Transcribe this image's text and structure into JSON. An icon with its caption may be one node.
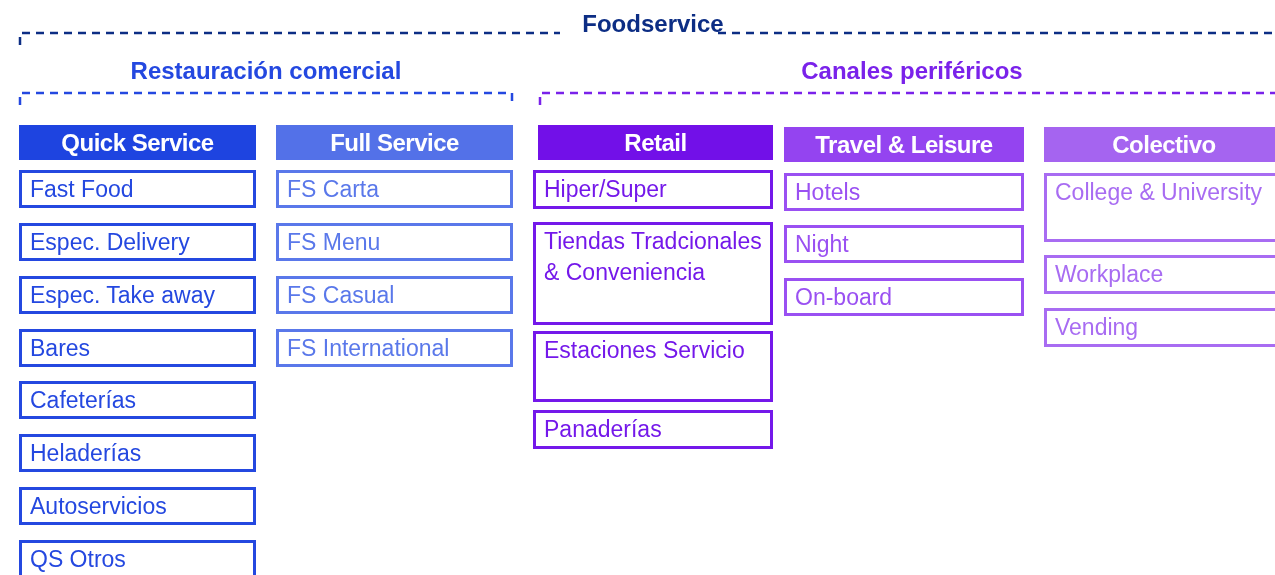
{
  "diagram": {
    "title": "Foodservice",
    "nodes": [
      {
        "text": [
          "Quick Service"
        ]
      },
      {
        "text": [
          "Fast Food"
        ]
      },
      {
        "text": [
          "Espec. Delivery"
        ]
      },
      {
        "text": [
          "Espec. Take away"
        ]
      },
      {
        "text": [
          "Bares"
        ]
      },
      {
        "text": [
          "Cafeterías"
        ]
      },
      {
        "text": [
          "Heladerías"
        ]
      },
      {
        "text": [
          "Autoservicios"
        ]
      },
      {
        "text": [
          "QS Otros"
        ]
      },
      {
        "text": [
          "Full Service"
        ]
      },
      {
        "text": [
          "FS Carta"
        ]
      },
      {
        "text": [
          "FS Menu"
        ]
      },
      {
        "text": [
          "FS Casual"
        ]
      },
      {
        "text": [
          "FS International"
        ]
      },
      {
        "text": [
          "Retail"
        ]
      },
      {
        "text": [
          "Hiper/Super"
        ]
      },
      {
        "text": [
          "Tiendas Tradcionales & Conveniencia"
        ]
      },
      {
        "text": [
          "Estaciones Servicio"
        ]
      },
      {
        "text": [
          "Panaderías"
        ]
      },
      {
        "text": [
          "Travel & Leisure"
        ]
      },
      {
        "text": [
          "Hotels"
        ]
      },
      {
        "text": [
          "Night"
        ]
      },
      {
        "text": [
          "On-board"
        ]
      },
      {
        "text": [
          "Colectivo"
        ]
      },
      {
        "text": [
          "College & University"
        ]
      },
      {
        "text": [
          "Workplace"
        ]
      },
      {
        "text": [
          "Vending"
        ]
      }
    ],
    "labels": [
      "Restauración comercial",
      "Canales periféricos"
    ]
  }
}
